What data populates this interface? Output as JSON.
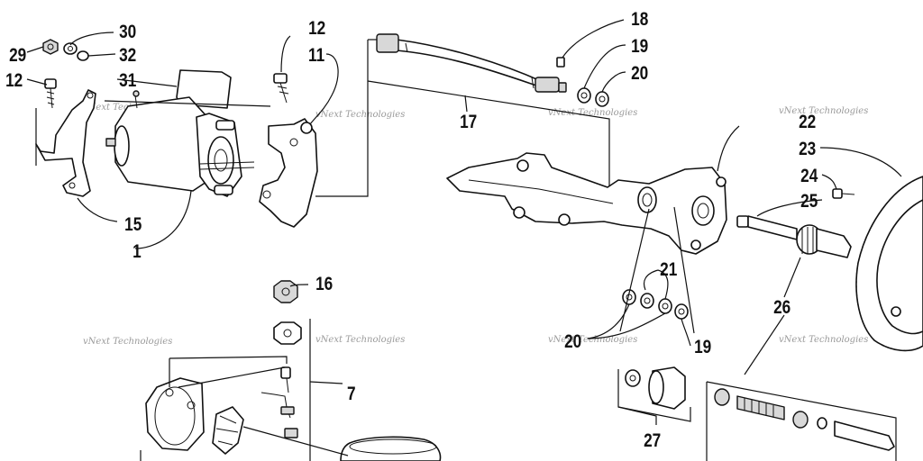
{
  "diagram": {
    "callouts": [
      {
        "id": "c29",
        "text": "29"
      },
      {
        "id": "c30",
        "text": "30"
      },
      {
        "id": "c32",
        "text": "32"
      },
      {
        "id": "c12a",
        "text": "12"
      },
      {
        "id": "c31",
        "text": "31"
      },
      {
        "id": "c12b",
        "text": "12"
      },
      {
        "id": "c11",
        "text": "11"
      },
      {
        "id": "c15",
        "text": "15"
      },
      {
        "id": "c1",
        "text": "1"
      },
      {
        "id": "c17",
        "text": "17"
      },
      {
        "id": "c18",
        "text": "18"
      },
      {
        "id": "c19a",
        "text": "19"
      },
      {
        "id": "c20a",
        "text": "20"
      },
      {
        "id": "c22",
        "text": "22"
      },
      {
        "id": "c23",
        "text": "23"
      },
      {
        "id": "c24",
        "text": "24"
      },
      {
        "id": "c25",
        "text": "25"
      },
      {
        "id": "c21",
        "text": "21"
      },
      {
        "id": "c26",
        "text": "26"
      },
      {
        "id": "c20b",
        "text": "20"
      },
      {
        "id": "c19b",
        "text": "19"
      },
      {
        "id": "c16",
        "text": "16"
      },
      {
        "id": "c7",
        "text": "7"
      },
      {
        "id": "c27",
        "text": "27"
      }
    ],
    "watermark": "vNext Technologies"
  }
}
